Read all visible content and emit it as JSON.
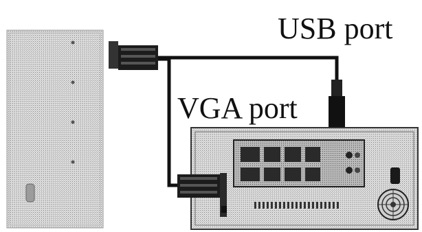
{
  "labels": {
    "usb": "USB port",
    "vga": "VGA port"
  },
  "colors": {
    "cable": "#111111",
    "panel_light": "#d9d9d9",
    "panel_mid": "#a8a8a8",
    "panel_dark": "#2a2a2a"
  },
  "icons": {
    "monitor": "monitor-back-panel",
    "computer": "computer-back-panel",
    "fan": "fan-icon"
  }
}
